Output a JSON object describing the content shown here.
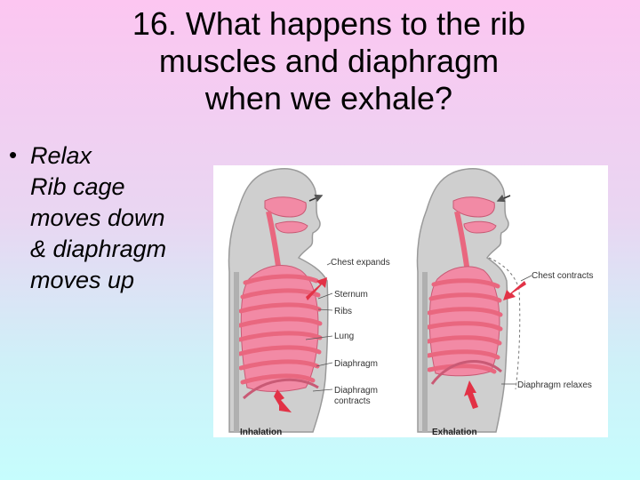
{
  "slide": {
    "title_lines": [
      "16. What happens to the rib",
      "muscles and diaphragm",
      "when we exhale?"
    ],
    "bullet_lines": [
      "Relax",
      "Rib cage",
      "moves down",
      "& diaphragm",
      "moves up"
    ]
  },
  "figure": {
    "labels": {
      "chest_expands": "Chest expands",
      "sternum": "Sternum",
      "ribs": "Ribs",
      "lung": "Lung",
      "diaphragm": "Diaphragm",
      "diaphragm_contracts_1": "Diaphragm",
      "diaphragm_contracts_2": "contracts",
      "chest_contracts": "Chest contracts",
      "diaphragm_relaxes": "Diaphragm relaxes"
    },
    "captions": {
      "inhalation": "Inhalation",
      "exhalation": "Exhalation"
    },
    "colors": {
      "body": "#cfcfcf",
      "lung": "#f28aa5",
      "rib": "#e9677f",
      "arrow": "#e23246"
    }
  }
}
